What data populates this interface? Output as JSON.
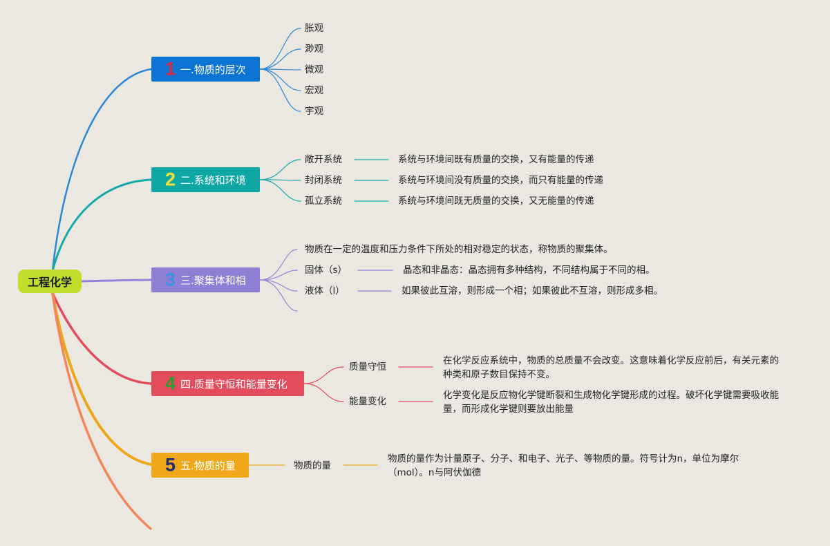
{
  "root": {
    "label": "工程化学"
  },
  "branches": [
    {
      "num": "1",
      "label": "一.物质的层次",
      "bg": "#0d73d2",
      "num_color": "#d9263d",
      "line": "#2a86d9",
      "children": [
        "胀观",
        "渺观",
        "微观",
        "宏观",
        "宇观"
      ]
    },
    {
      "num": "2",
      "label": "二.系统和环境",
      "bg": "#0ea7a4",
      "num_color": "#f2e03c",
      "line": "#16aaa7",
      "children": [
        {
          "label": "敞开系统",
          "desc": "系统与环境间既有质量的交换，又有能量的传递"
        },
        {
          "label": "封闭系统",
          "desc": "系统与环境间没有质量的交换，而只有能量的传递"
        },
        {
          "label": "孤立系统",
          "desc": "系统与环境间既无质量的交换，又无能量的传递"
        }
      ]
    },
    {
      "num": "3",
      "label": "三.聚集体和相",
      "bg": "#8e7fd4",
      "num_color": "#3d8fe0",
      "line": "#9283d8",
      "children": [
        {
          "label": "物质在一定的温度和压力条件下所处的相对稳定的状态，称物质的聚集体。"
        },
        {
          "label": "固体（s）",
          "desc": "晶态和非晶态：晶态拥有多种结构，不同结构属于不同的相。"
        },
        {
          "label": "液体（l）",
          "desc": "如果彼此互溶，则形成一个相；如果彼此不互溶，则形成多相。"
        }
      ]
    },
    {
      "num": "4",
      "label": "四.质量守恒和能量变化",
      "bg": "#e34c5c",
      "num_color": "#2f9a2f",
      "line": "#e34c5c",
      "children": [
        {
          "label": "质量守恒",
          "desc": "在化学反应系统中，物质的总质量不会改变。这意味着化学反应前后，有关元素的种类和原子数目保持不变。"
        },
        {
          "label": "能量变化",
          "desc": "化学变化是反应物化学键断裂和生成物化学键形成的过程。破坏化学键需要吸收能量，而形成化学键则要放出能量"
        }
      ]
    },
    {
      "num": "5",
      "label": "五.物质的量",
      "bg": "#f0a81a",
      "num_color": "#1f2f6e",
      "line": "#eba717",
      "children": [
        {
          "label": "物质的量",
          "desc": "物质的量作为计量原子、分子、和电子、光子、等物质的量。符号计为n，单位为摩尔（mol）。n与阿伏伽德"
        }
      ]
    }
  ],
  "extra_line_color": "#f2855a"
}
